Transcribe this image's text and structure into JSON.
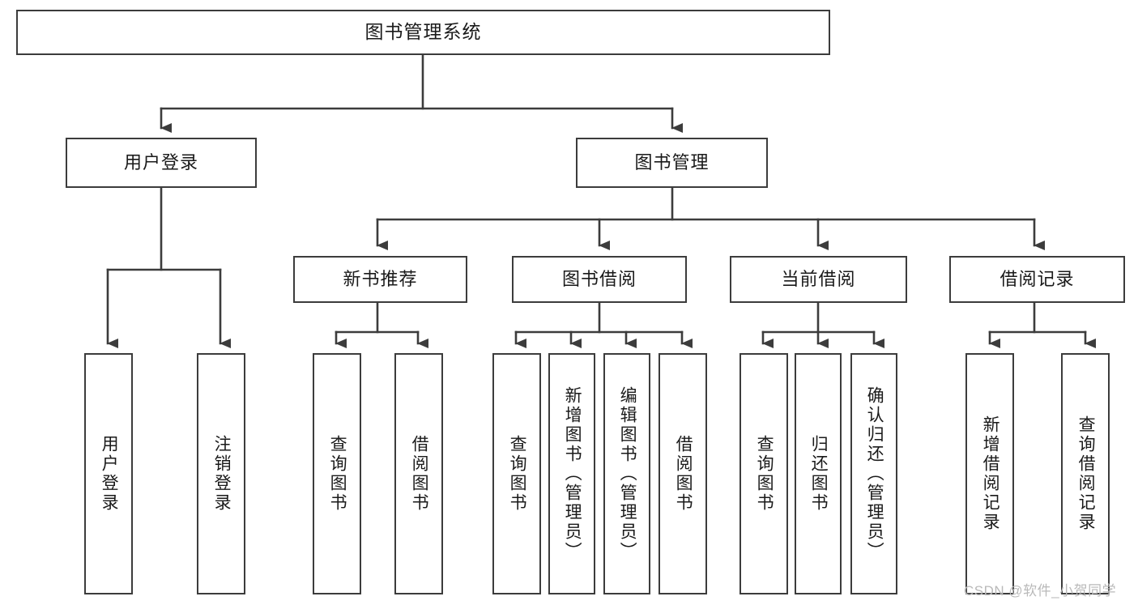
{
  "diagram": {
    "type": "tree-hierarchy",
    "title": "图书管理系统",
    "orientation": "top-down",
    "root": {
      "id": "root",
      "label": "图书管理系统"
    },
    "level2": [
      {
        "id": "user-login",
        "label": "用户登录"
      },
      {
        "id": "book-manage",
        "label": "图书管理"
      }
    ],
    "level3": [
      {
        "id": "new-book-rec",
        "label": "新书推荐",
        "parent": "book-manage"
      },
      {
        "id": "book-borrow",
        "label": "图书借阅",
        "parent": "book-manage"
      },
      {
        "id": "current-borrow",
        "label": "当前借阅",
        "parent": "book-manage"
      },
      {
        "id": "borrow-record",
        "label": "借阅记录",
        "parent": "book-manage"
      }
    ],
    "leaves": [
      {
        "id": "leaf-user-login",
        "label": "用户登录",
        "parent": "user-login"
      },
      {
        "id": "leaf-logout",
        "label": "注销登录",
        "parent": "user-login"
      },
      {
        "id": "leaf-query-book-1",
        "label": "查询图书",
        "parent": "new-book-rec"
      },
      {
        "id": "leaf-borrow-book-1",
        "label": "借阅图书",
        "parent": "new-book-rec"
      },
      {
        "id": "leaf-query-book-2",
        "label": "查询图书",
        "parent": "book-borrow"
      },
      {
        "id": "leaf-add-book",
        "label": "新增图书（管理员）",
        "parent": "book-borrow"
      },
      {
        "id": "leaf-edit-book",
        "label": "编辑图书（管理员）",
        "parent": "book-borrow"
      },
      {
        "id": "leaf-borrow-book-2",
        "label": "借阅图书",
        "parent": "book-borrow"
      },
      {
        "id": "leaf-query-book-3",
        "label": "查询图书",
        "parent": "current-borrow"
      },
      {
        "id": "leaf-return-book",
        "label": "归还图书",
        "parent": "current-borrow"
      },
      {
        "id": "leaf-confirm-return",
        "label": "确认归还（管理员）",
        "parent": "current-borrow"
      },
      {
        "id": "leaf-add-record",
        "label": "新增借阅记录",
        "parent": "borrow-record"
      },
      {
        "id": "leaf-query-record",
        "label": "查询借阅记录",
        "parent": "borrow-record"
      }
    ],
    "watermark": "CSDN @软件_小贺同学",
    "colors": {
      "border": "#3c3c3c",
      "text": "#1a1a1a",
      "background": "#ffffff",
      "watermark": "#b9b9b9"
    }
  }
}
